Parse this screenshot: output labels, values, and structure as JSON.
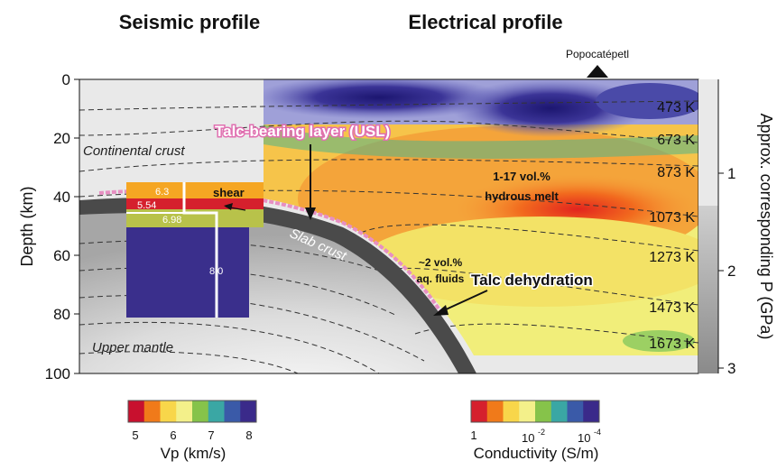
{
  "panel_titles": {
    "seismic": "Seismic profile",
    "electrical": "Electrical profile"
  },
  "volcano_label": "Popocatépetl",
  "depth_axis": {
    "label": "Depth (km)",
    "ticks": [
      "0",
      "20",
      "40",
      "60",
      "80",
      "100"
    ]
  },
  "pressure_axis": {
    "label": "Approx. corresponding P (GPa)",
    "ticks": [
      "1",
      "2",
      "3"
    ]
  },
  "region_labels": {
    "continental_crust": "Continental crust",
    "upper_mantle": "Upper mantle",
    "slab_crust": "Slab crust"
  },
  "annotations": {
    "talc_layer": "Talc-bearing layer (USL)",
    "hydrous_melt_line1": "1-17 vol.%",
    "hydrous_melt_line2": "hydrous melt",
    "aq_fluids_line1": "~2 vol.%",
    "aq_fluids_line2": "aq. fluids",
    "talc_dehydration": "Talc dehydration",
    "shear": "shear"
  },
  "isotherms": [
    "473 K",
    "673 K",
    "873 K",
    "1073 K",
    "1273 K",
    "1473 K",
    "1673 K"
  ],
  "velocity_model": {
    "values": [
      "6.3",
      "5.54",
      "6.98",
      "8.0"
    ]
  },
  "vp_colorbar": {
    "label": "Vp (km/s)",
    "ticks": [
      "5",
      "6",
      "7",
      "8"
    ],
    "colors": [
      "#c8102e",
      "#f07a1a",
      "#f8d64a",
      "#f3f08a",
      "#86c34a",
      "#3aa7a4",
      "#3a5aa8",
      "#3a2a8a"
    ]
  },
  "conductivity_colorbar": {
    "label": "Conductivity (S/m)",
    "ticks": [
      "1",
      "10",
      "-2",
      "10",
      "-4"
    ],
    "colors": [
      "#d5202d",
      "#f07a1a",
      "#f8d64a",
      "#f3f08a",
      "#86c34a",
      "#3aa7a4",
      "#3a5aa8",
      "#3a2a8a"
    ]
  }
}
